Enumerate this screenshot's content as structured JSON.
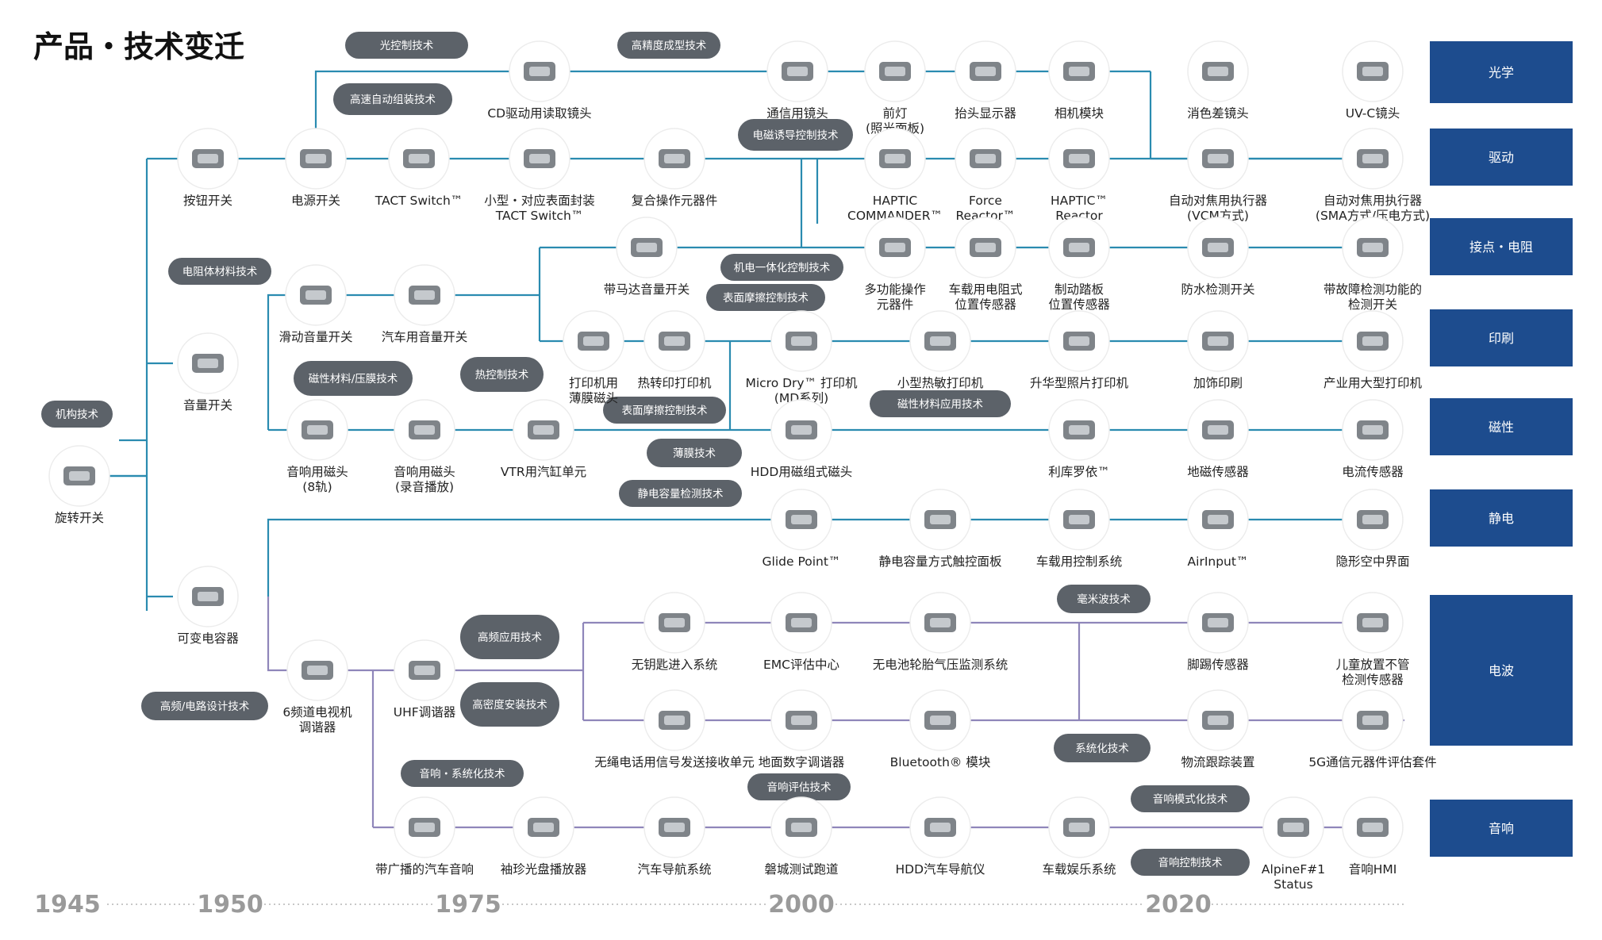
{
  "title": "产品・技术变迁",
  "categories": [
    "光学",
    "驱动",
    "接点・电阻",
    "印刷",
    "磁性",
    "静电",
    "电波",
    "音响"
  ],
  "years": [
    "1945",
    "1950",
    "1975",
    "2000",
    "2020"
  ],
  "tech_tags": [
    "光控制技术",
    "高精度成型技术",
    "高速自动组装技术",
    "电磁诱导控制技术",
    "电阻体材料技术",
    "机电一体化控制技术",
    "表面摩擦控制技术",
    "磁性材料/压膜技术",
    "热控制技术",
    "表面摩擦控制技术",
    "磁性材料应用技术",
    "机构技术",
    "薄膜技术",
    "静电容量检测技术",
    "毫米波技术",
    "高频应用技术",
    "高密度安装技术",
    "高频/电路设计技术",
    "系统化技术",
    "音响・系统化技术",
    "音响评估技术",
    "音响模式化技术",
    "音响控制技术"
  ],
  "products": [
    "CD驱动用读取镜头",
    "通信用镜头",
    "前灯\n(照光面板)",
    "抬头显示器",
    "相机模块",
    "消色差镜头",
    "UV-C镜头",
    "按钮开关",
    "电源开关",
    "TACT Switch™",
    "小型・对应表面封装\nTACT Switch™",
    "复合操作元器件",
    "HAPTIC\nCOMMANDER™",
    "Force\nReactor™",
    "HAPTIC™\nReactor",
    "自动对焦用执行器\n(VCM方式)",
    "自动对焦用执行器\n(SMA方式/压电方式)",
    "带马达音量开关",
    "多功能操作\n元器件",
    "车载用电阻式\n位置传感器",
    "制动踏板\n位置传感器",
    "防水检测开关",
    "带故障检测功能的\n检测开关",
    "滑动音量开关",
    "汽车用音量开关",
    "音量开关",
    "打印机用\n薄膜磁头",
    "热转印打印机",
    "Micro Dry™ 打印机\n(MD系列)",
    "小型热敏打印机",
    "升华型照片打印机",
    "加饰印刷",
    "产业用大型打印机",
    "音响用磁头\n(8轨)",
    "音响用磁头\n(录音播放)",
    "VTR用汽缸单元",
    "HDD用磁组式磁头",
    "利库罗依™",
    "地磁传感器",
    "电流传感器",
    "旋转开关",
    "Glide Point™",
    "静电容量方式触控面板",
    "车载用控制系统",
    "AirInput™",
    "隐形空中界面",
    "可变电容器",
    "无钥匙进入系统",
    "EMC评估中心",
    "无电池轮胎气压监测系统",
    "脚踢传感器",
    "儿童放置不管\n检测传感器",
    "6频道电视机\n调谐器",
    "UHF调谐器",
    "无绳电话用信号发送接收单元",
    "地面数字调谐器",
    "Bluetooth® 模块",
    "物流跟踪装置",
    "5G通信元器件评估套件",
    "带广播的汽车音响",
    "袖珍光盘播放器",
    "汽车导航系统",
    "磐城测试跑道",
    "HDD汽车导航仪",
    "车载娱乐系统",
    "AlpineF#1\nStatus",
    "音响HMI"
  ]
}
